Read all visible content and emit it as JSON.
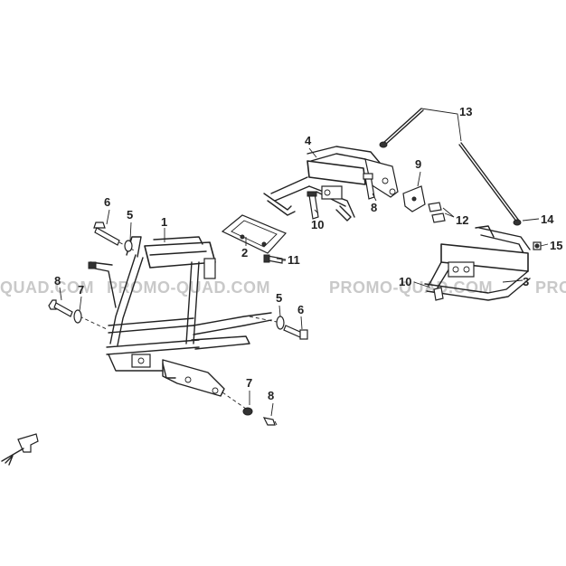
{
  "watermarks": [
    {
      "id": "wm1",
      "text": "QUAD.COM"
    },
    {
      "id": "wm2",
      "text": "PROMO-QUAD.COM"
    },
    {
      "id": "wm3",
      "text": "PROMO-QUAD.COM"
    },
    {
      "id": "wm4",
      "text": "PRO"
    }
  ],
  "callouts": [
    {
      "id": "c1",
      "label": "1"
    },
    {
      "id": "c2",
      "label": "2"
    },
    {
      "id": "c3",
      "label": "3"
    },
    {
      "id": "c4",
      "label": "4"
    },
    {
      "id": "c5a",
      "label": "5"
    },
    {
      "id": "c5b",
      "label": "5"
    },
    {
      "id": "c6a",
      "label": "6"
    },
    {
      "id": "c6b",
      "label": "6"
    },
    {
      "id": "c7a",
      "label": "7"
    },
    {
      "id": "c7b",
      "label": "7"
    },
    {
      "id": "c8a",
      "label": "8"
    },
    {
      "id": "c8b",
      "label": "8"
    },
    {
      "id": "c8c",
      "label": "8"
    },
    {
      "id": "c9",
      "label": "9"
    },
    {
      "id": "c10a",
      "label": "10"
    },
    {
      "id": "c10b",
      "label": "10"
    },
    {
      "id": "c11",
      "label": "11"
    },
    {
      "id": "c12",
      "label": "12"
    },
    {
      "id": "c13",
      "label": "13"
    },
    {
      "id": "c14",
      "label": "14"
    },
    {
      "id": "c15",
      "label": "15"
    }
  ]
}
